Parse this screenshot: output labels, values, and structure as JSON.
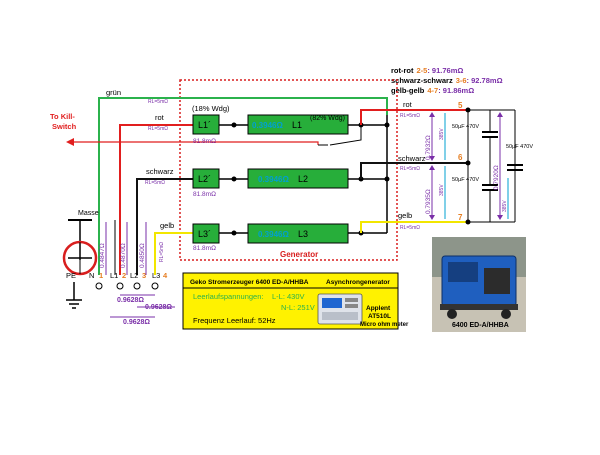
{
  "colors": {
    "green": "#2bb24c",
    "red": "#e11e1e",
    "black": "#111111",
    "yellow": "#f2e600",
    "purple": "#7a2fa8",
    "orange": "#e67e22",
    "box_green": "#27ae3a",
    "info_yellow": "#fff200",
    "cyan": "#00a0d0",
    "generator_border": "#d81e1e"
  },
  "legend": {
    "rot_label": "rot-rot",
    "rot_pins": "2-5",
    "rot_value": ": 91.76mΩ",
    "schwarz_label": "schwarz-schwarz",
    "schwarz_pins": "3-6",
    "schwarz_value": ": 92.78mΩ",
    "gelb_label": "gelb-gelb",
    "gelb_pins": "4-7",
    "gelb_value": ": 91.86mΩ"
  },
  "wires": {
    "gruen": "grün",
    "rot": "rot",
    "schwarz": "schwarz",
    "gelb": "gelb",
    "rot_right": "rot",
    "schwarz_right": "schwarz",
    "gelb_right": "gelb",
    "rl": "RL=5mΩ"
  },
  "kill_switch": {
    "line1": "To Kill-",
    "line2": "Switch"
  },
  "masse": "Masse",
  "generator": {
    "title": "Generator",
    "wdg18": "(18% Wdg)",
    "wdg82": "(82% Wdg)",
    "l1p": "L1´",
    "l2p": "L2´",
    "l3p": "L3´",
    "r_small": "81.8mΩ",
    "r_main": "0.3946Ω",
    "l1": "L1",
    "l2": "L2",
    "l3": "L3"
  },
  "terminals": {
    "labels": [
      "PE",
      "N",
      "L1",
      "L2",
      "L3"
    ],
    "nums": [
      "1",
      "2",
      "3",
      "4"
    ]
  },
  "resistances": {
    "v1": "0.4847Ω",
    "v2": "0.4870Ω",
    "v3": "0.4850Ω",
    "h1": "0.9628Ω",
    "h2": "0.9628Ω",
    "h3": "0.9628Ω"
  },
  "right_network": {
    "n5": "5",
    "n6": "6",
    "n7": "7",
    "r_5_6": "0.7932Ω",
    "r_6_7": "0.7935Ω",
    "r_5_7": "0.7920Ω",
    "v_5_6": "385V",
    "v_6_7": "385V",
    "v_5_7": "385V",
    "cap1": "50µF 470V",
    "cap2": "50µF 470V",
    "cap3": "50µF 470V"
  },
  "info": {
    "header_left": "Geko Stromerzeuger  6400 ED-A/HHBA",
    "header_right": "Asynchrongenerator",
    "leer_label": "Leerlaufspannungen:",
    "ll": "L-L: 430V",
    "nl": "N-L: 251V",
    "freq": "Frequenz Leerlauf:  52Hz"
  },
  "meter": {
    "brand": "Applent",
    "model": "AT510L",
    "desc": "Micro ohm meter"
  },
  "photo_label": "6400 ED-A/HHBA"
}
